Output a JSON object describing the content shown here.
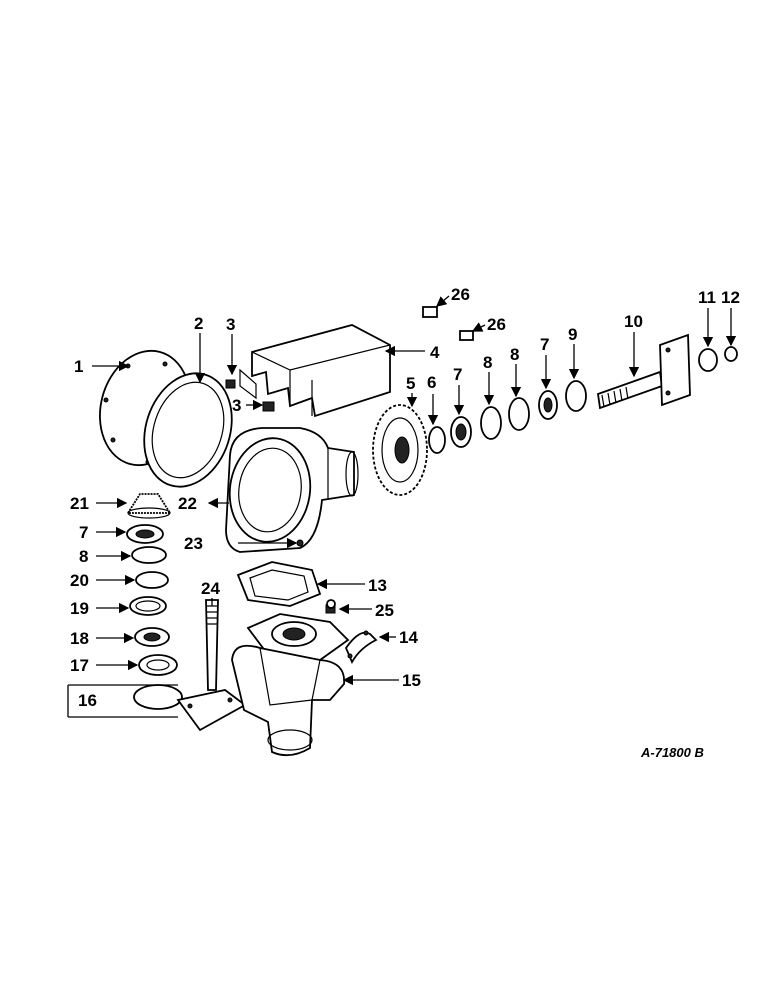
{
  "diagram": {
    "drawing_code": "A-71800 B",
    "callouts": [
      "1",
      "2",
      "3",
      "3",
      "4",
      "5",
      "6",
      "7",
      "8",
      "8",
      "7",
      "9",
      "10",
      "11",
      "12",
      "26",
      "26",
      "21",
      "22",
      "7",
      "8",
      "20",
      "19",
      "18",
      "17",
      "16",
      "23",
      "24",
      "13",
      "25",
      "14",
      "15"
    ]
  }
}
